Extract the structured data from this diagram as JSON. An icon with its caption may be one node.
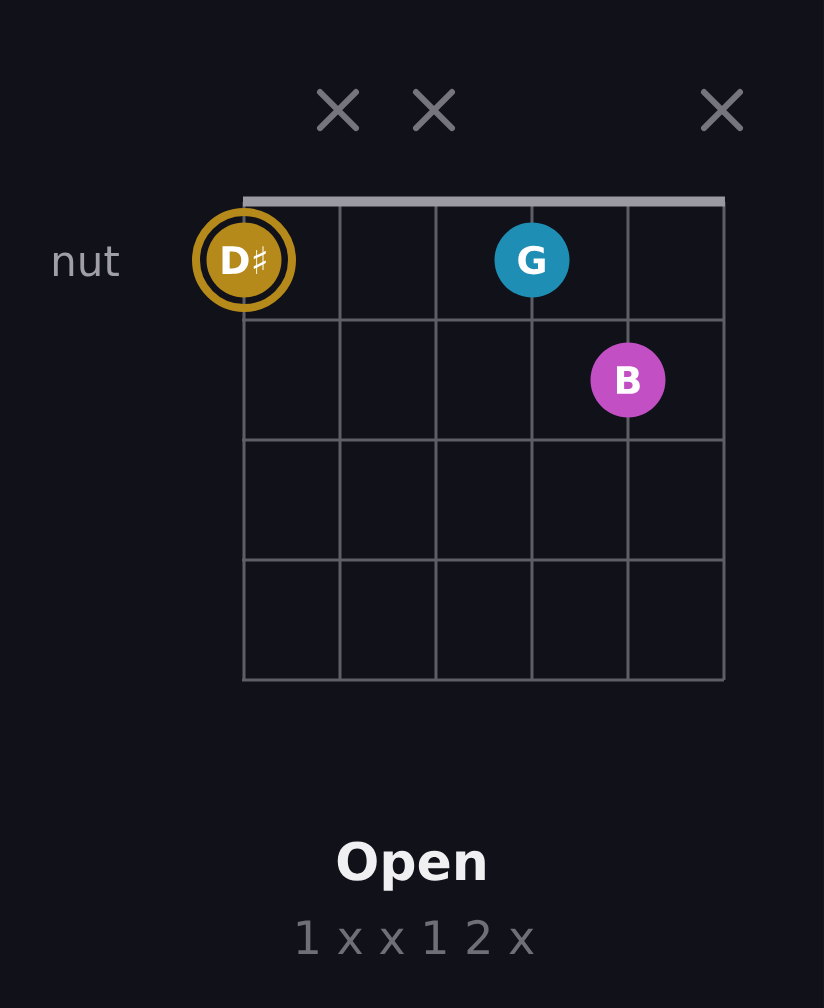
{
  "diagram": {
    "title": "Open",
    "nodes": [
      {
        "text": [
          "D♯"
        ]
      },
      {
        "text": [
          "G"
        ]
      },
      {
        "text": [
          "B"
        ]
      }
    ],
    "labels": [
      "nut",
      "1 x x 1 2 x"
    ]
  }
}
